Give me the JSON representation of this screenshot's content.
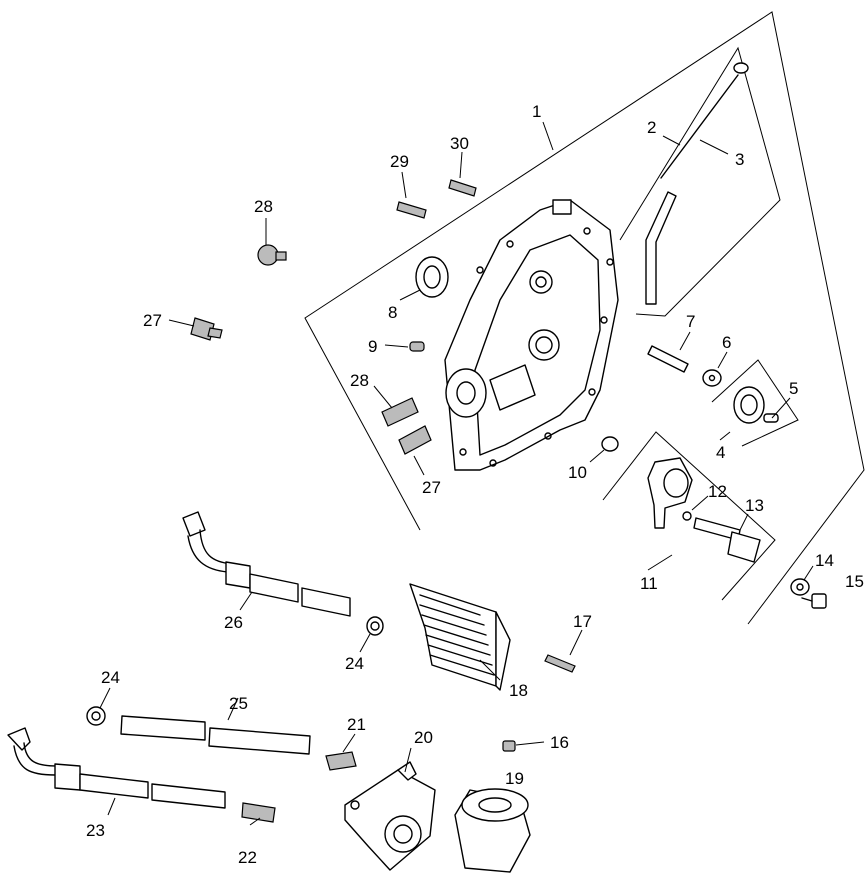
{
  "callouts": {
    "c1": "1",
    "c2": "2",
    "c3": "3",
    "c4": "4",
    "c5": "5",
    "c6": "6",
    "c7": "7",
    "c8": "8",
    "c9": "9",
    "c10": "10",
    "c11": "11",
    "c12": "12",
    "c13": "13",
    "c14": "14",
    "c15": "15",
    "c16": "16",
    "c17": "17",
    "c18": "18",
    "c19": "19",
    "c20": "20",
    "c21": "21",
    "c22": "22",
    "c23": "23",
    "c24a": "24",
    "c24b": "24",
    "c25": "25",
    "c26": "26",
    "c27a": "27",
    "c27b": "27",
    "c28a": "28",
    "c28b": "28",
    "c29": "29",
    "c30": "30"
  }
}
